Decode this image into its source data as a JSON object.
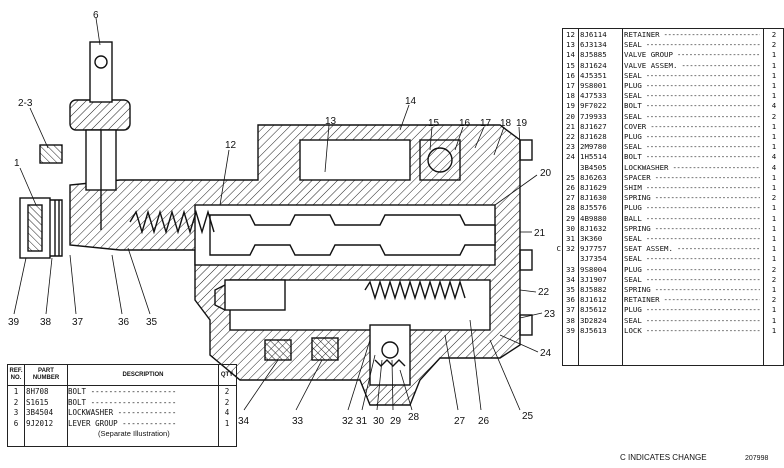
{
  "callouts": [
    "6",
    "2-3",
    "1",
    "39",
    "38",
    "37",
    "36",
    "35",
    "12",
    "13",
    "14",
    "15",
    "16",
    "17",
    "18",
    "19",
    "20",
    "21",
    "22",
    "23",
    "24",
    "25",
    "26",
    "27",
    "28",
    "29",
    "30",
    "31",
    "32",
    "33",
    "34"
  ],
  "parts_list": [
    {
      "mark": "",
      "ref": "12",
      "part": "8J6114",
      "desc": "RETAINER",
      "qty": "2"
    },
    {
      "mark": "",
      "ref": "13",
      "part": "6J3134",
      "desc": "SEAL",
      "qty": "2"
    },
    {
      "mark": "",
      "ref": "14",
      "part": "8J5885",
      "desc": "VALVE GROUP",
      "qty": "1"
    },
    {
      "mark": "",
      "ref": "15",
      "part": "8J1624",
      "desc": "VALVE ASSEM.",
      "qty": "1"
    },
    {
      "mark": "",
      "ref": "16",
      "part": "4J5351",
      "desc": "SEAL",
      "qty": "1"
    },
    {
      "mark": "",
      "ref": "17",
      "part": "9S8001",
      "desc": "PLUG",
      "qty": "1"
    },
    {
      "mark": "",
      "ref": "18",
      "part": "4J7533",
      "desc": "SEAL",
      "qty": "1"
    },
    {
      "mark": "",
      "ref": "19",
      "part": "9F7022",
      "desc": "BOLT",
      "qty": "4"
    },
    {
      "mark": "",
      "ref": "20",
      "part": "7J9933",
      "desc": "SEAL",
      "qty": "2"
    },
    {
      "mark": "",
      "ref": "21",
      "part": "8J1627",
      "desc": "COVER",
      "qty": "1"
    },
    {
      "mark": "",
      "ref": "22",
      "part": "8J1628",
      "desc": "PLUG",
      "qty": "1"
    },
    {
      "mark": "",
      "ref": "23",
      "part": "2M9780",
      "desc": "SEAL",
      "qty": "1"
    },
    {
      "mark": "",
      "ref": "24",
      "part": "1H5514",
      "desc": "BOLT",
      "qty": "4"
    },
    {
      "mark": "",
      "ref": "",
      "part": "3B4505",
      "desc": "LOCKWASHER",
      "qty": "4"
    },
    {
      "mark": "",
      "ref": "25",
      "part": "8J6263",
      "desc": "SPACER",
      "qty": "1"
    },
    {
      "mark": "",
      "ref": "26",
      "part": "8J1629",
      "desc": "SHIM",
      "qty": "1"
    },
    {
      "mark": "",
      "ref": "27",
      "part": "8J1630",
      "desc": "SPRING",
      "qty": "2"
    },
    {
      "mark": "",
      "ref": "28",
      "part": "8J5576",
      "desc": "PLUG",
      "qty": "1"
    },
    {
      "mark": "",
      "ref": "29",
      "part": "4B9880",
      "desc": "BALL",
      "qty": "1"
    },
    {
      "mark": "",
      "ref": "30",
      "part": "8J1632",
      "desc": "SPRING",
      "qty": "1"
    },
    {
      "mark": "",
      "ref": "31",
      "part": "3K360",
      "desc": "SEAL",
      "qty": "1"
    },
    {
      "mark": "C",
      "ref": "32",
      "part": "9J7757",
      "desc": "SEAT ASSEM.",
      "qty": "1"
    },
    {
      "mark": "",
      "ref": "",
      "part": "3J7354",
      "desc": "SEAL",
      "qty": "1"
    },
    {
      "mark": "",
      "ref": "33",
      "part": "9S8004",
      "desc": "PLUG",
      "qty": "2"
    },
    {
      "mark": "",
      "ref": "34",
      "part": "3J1907",
      "desc": "SEAL",
      "qty": "2"
    },
    {
      "mark": "",
      "ref": "35",
      "part": "8J5882",
      "desc": "SPRING",
      "qty": "1"
    },
    {
      "mark": "",
      "ref": "36",
      "part": "8J1612",
      "desc": "RETAINER",
      "qty": "2"
    },
    {
      "mark": "",
      "ref": "37",
      "part": "8J5612",
      "desc": "PLUG",
      "qty": "1"
    },
    {
      "mark": "",
      "ref": "38",
      "part": "3D2824",
      "desc": "SEAL",
      "qty": "1"
    },
    {
      "mark": "",
      "ref": "39",
      "part": "8J5613",
      "desc": "LOCK",
      "qty": "1"
    }
  ],
  "small_table": {
    "headers": {
      "ref": "REF. NO.",
      "part": "PART NUMBER",
      "desc": "DESCRIPTION",
      "qty": "QTY"
    },
    "rows": [
      {
        "ref": "1",
        "part": "8H708",
        "desc": "BOLT -------------------",
        "qty": "2"
      },
      {
        "ref": "2",
        "part": "S1615",
        "desc": "BOLT -------------------",
        "qty": "2"
      },
      {
        "ref": "3",
        "part": "3B4504",
        "desc": "LOCKWASHER -------------",
        "qty": "4"
      },
      {
        "ref": "6",
        "part": "9J2012",
        "desc": "LEVER GROUP ------------",
        "qty": "1"
      }
    ],
    "note": "(Separate Illustration)"
  },
  "change_note": "C INDICATES CHANGE",
  "illustration_number": "207998"
}
